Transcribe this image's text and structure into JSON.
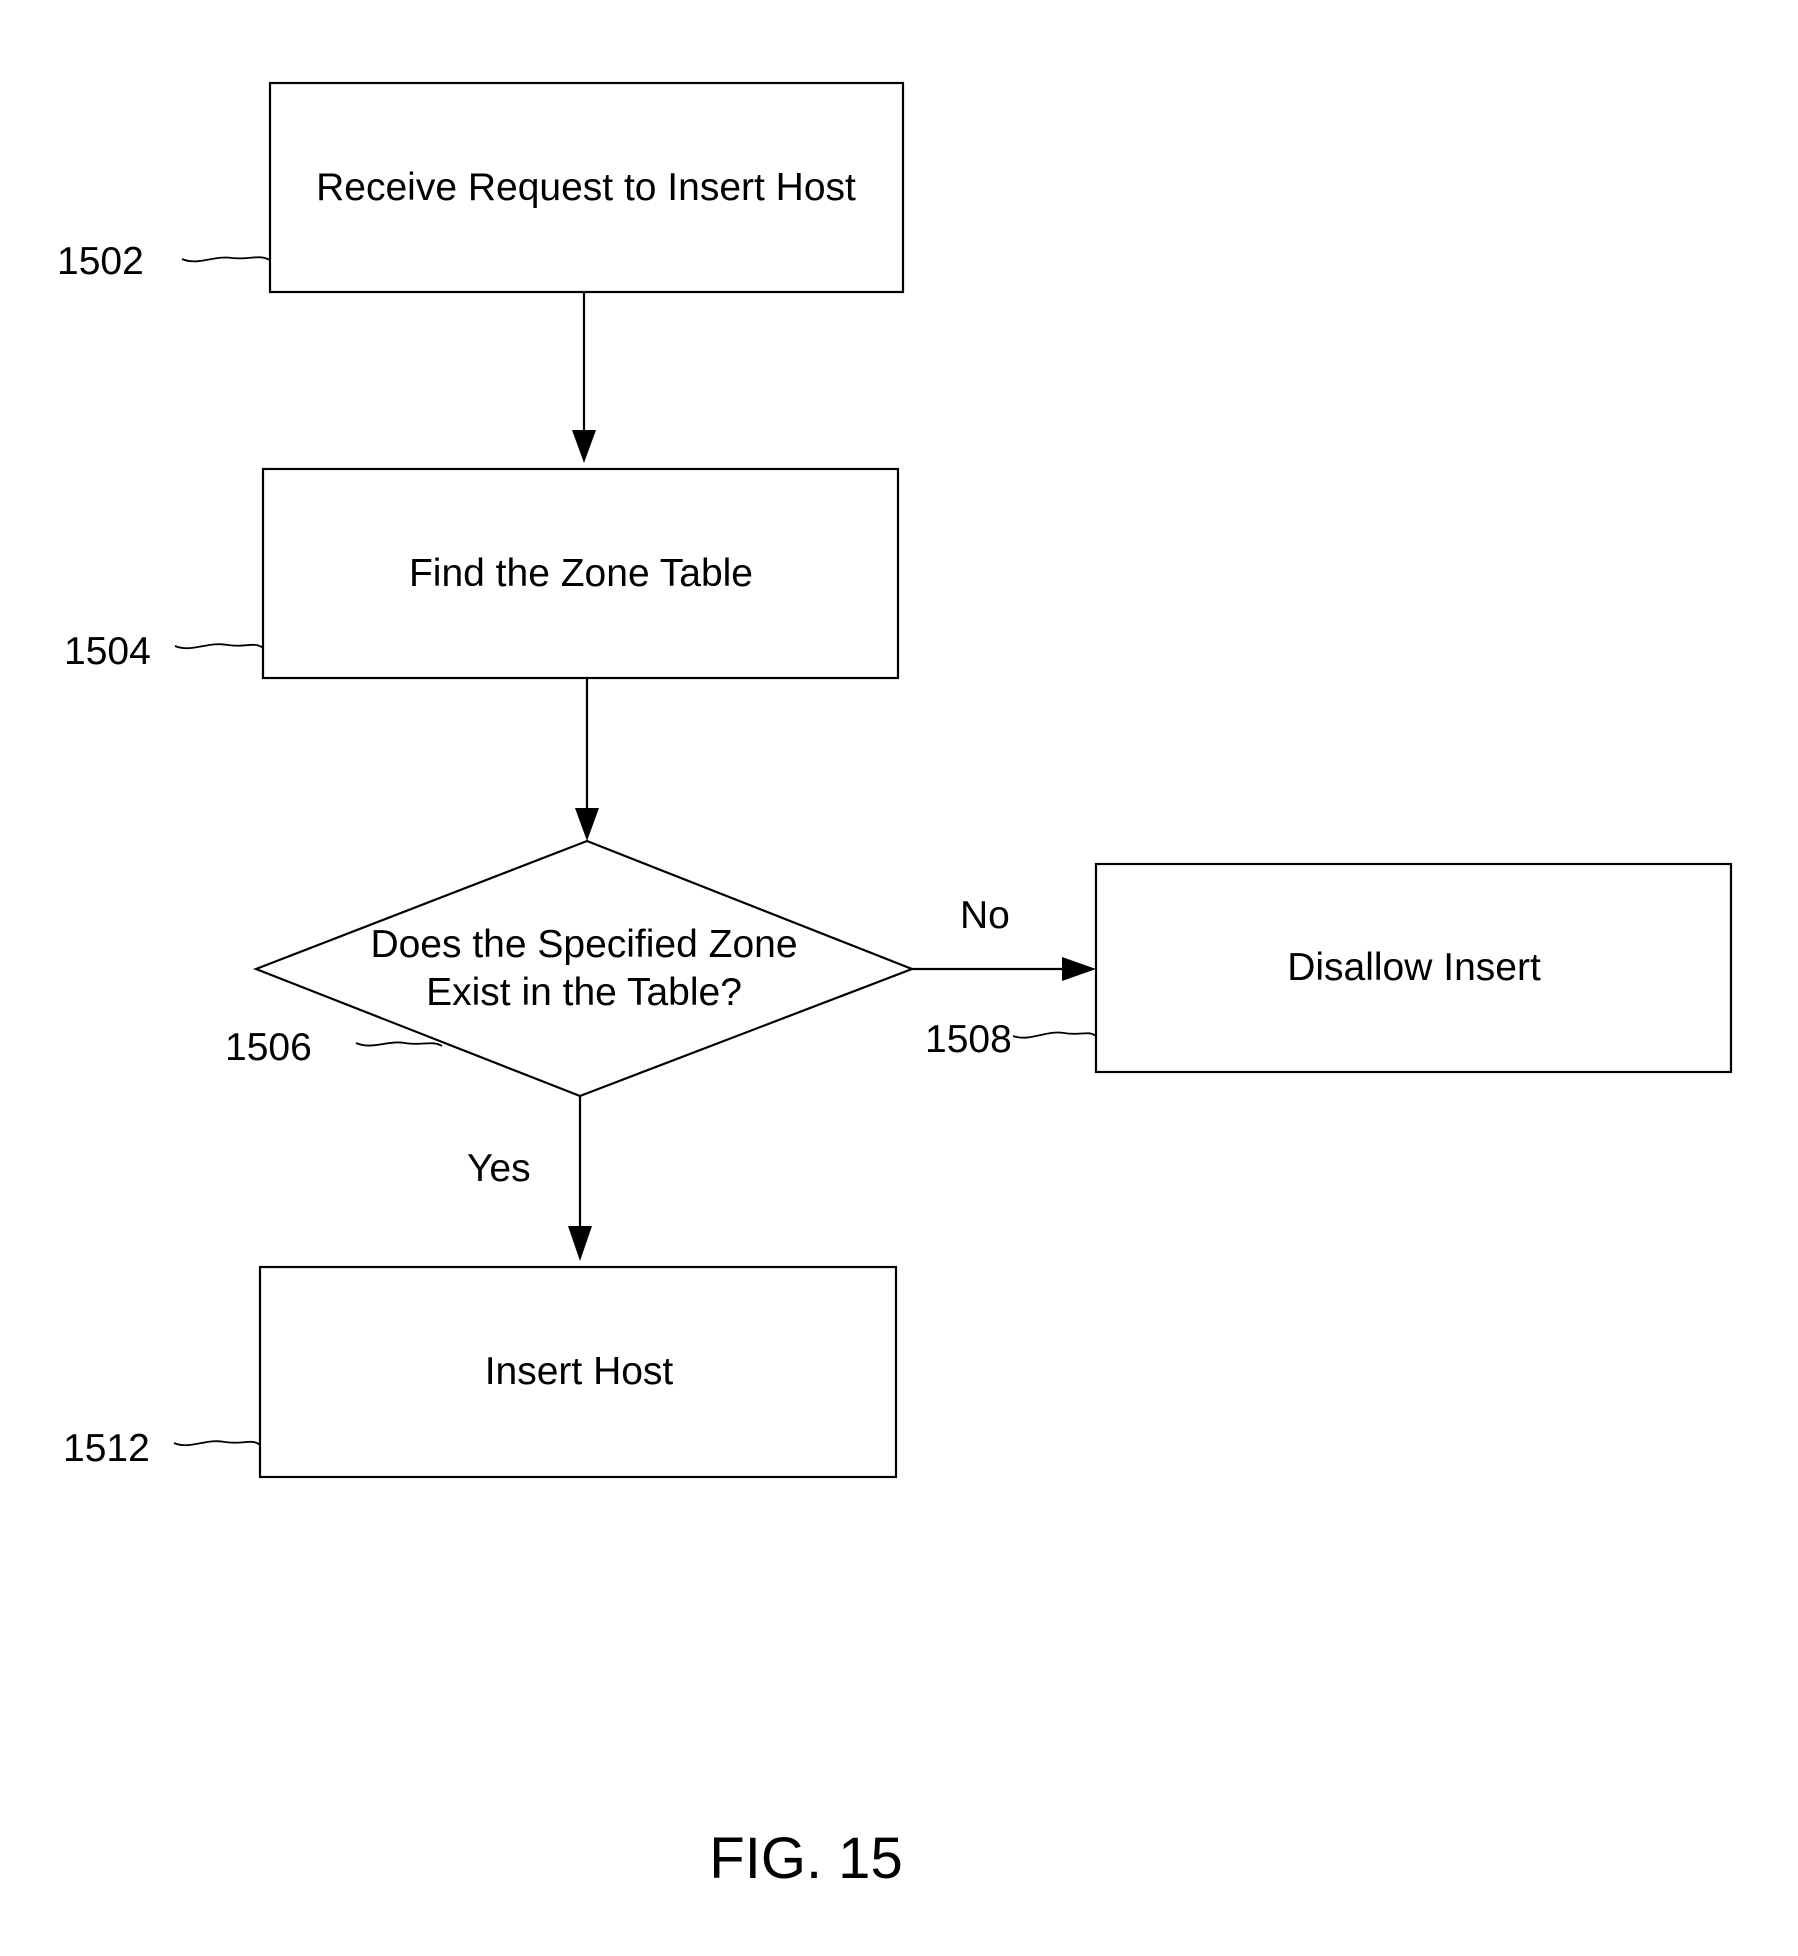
{
  "flowchart": {
    "steps": [
      {
        "id": "1502",
        "text": "Receive Request to Insert Host"
      },
      {
        "id": "1504",
        "text": "Find the Zone Table"
      },
      {
        "id": "1506",
        "text_line1": "Does the Specified Zone",
        "text_line2": "Exist in the Table?"
      },
      {
        "id": "1508",
        "text": "Disallow Insert"
      },
      {
        "id": "1512",
        "text": "Insert Host"
      }
    ],
    "branches": {
      "no": "No",
      "yes": "Yes"
    }
  },
  "figure_label": "FIG. 15"
}
